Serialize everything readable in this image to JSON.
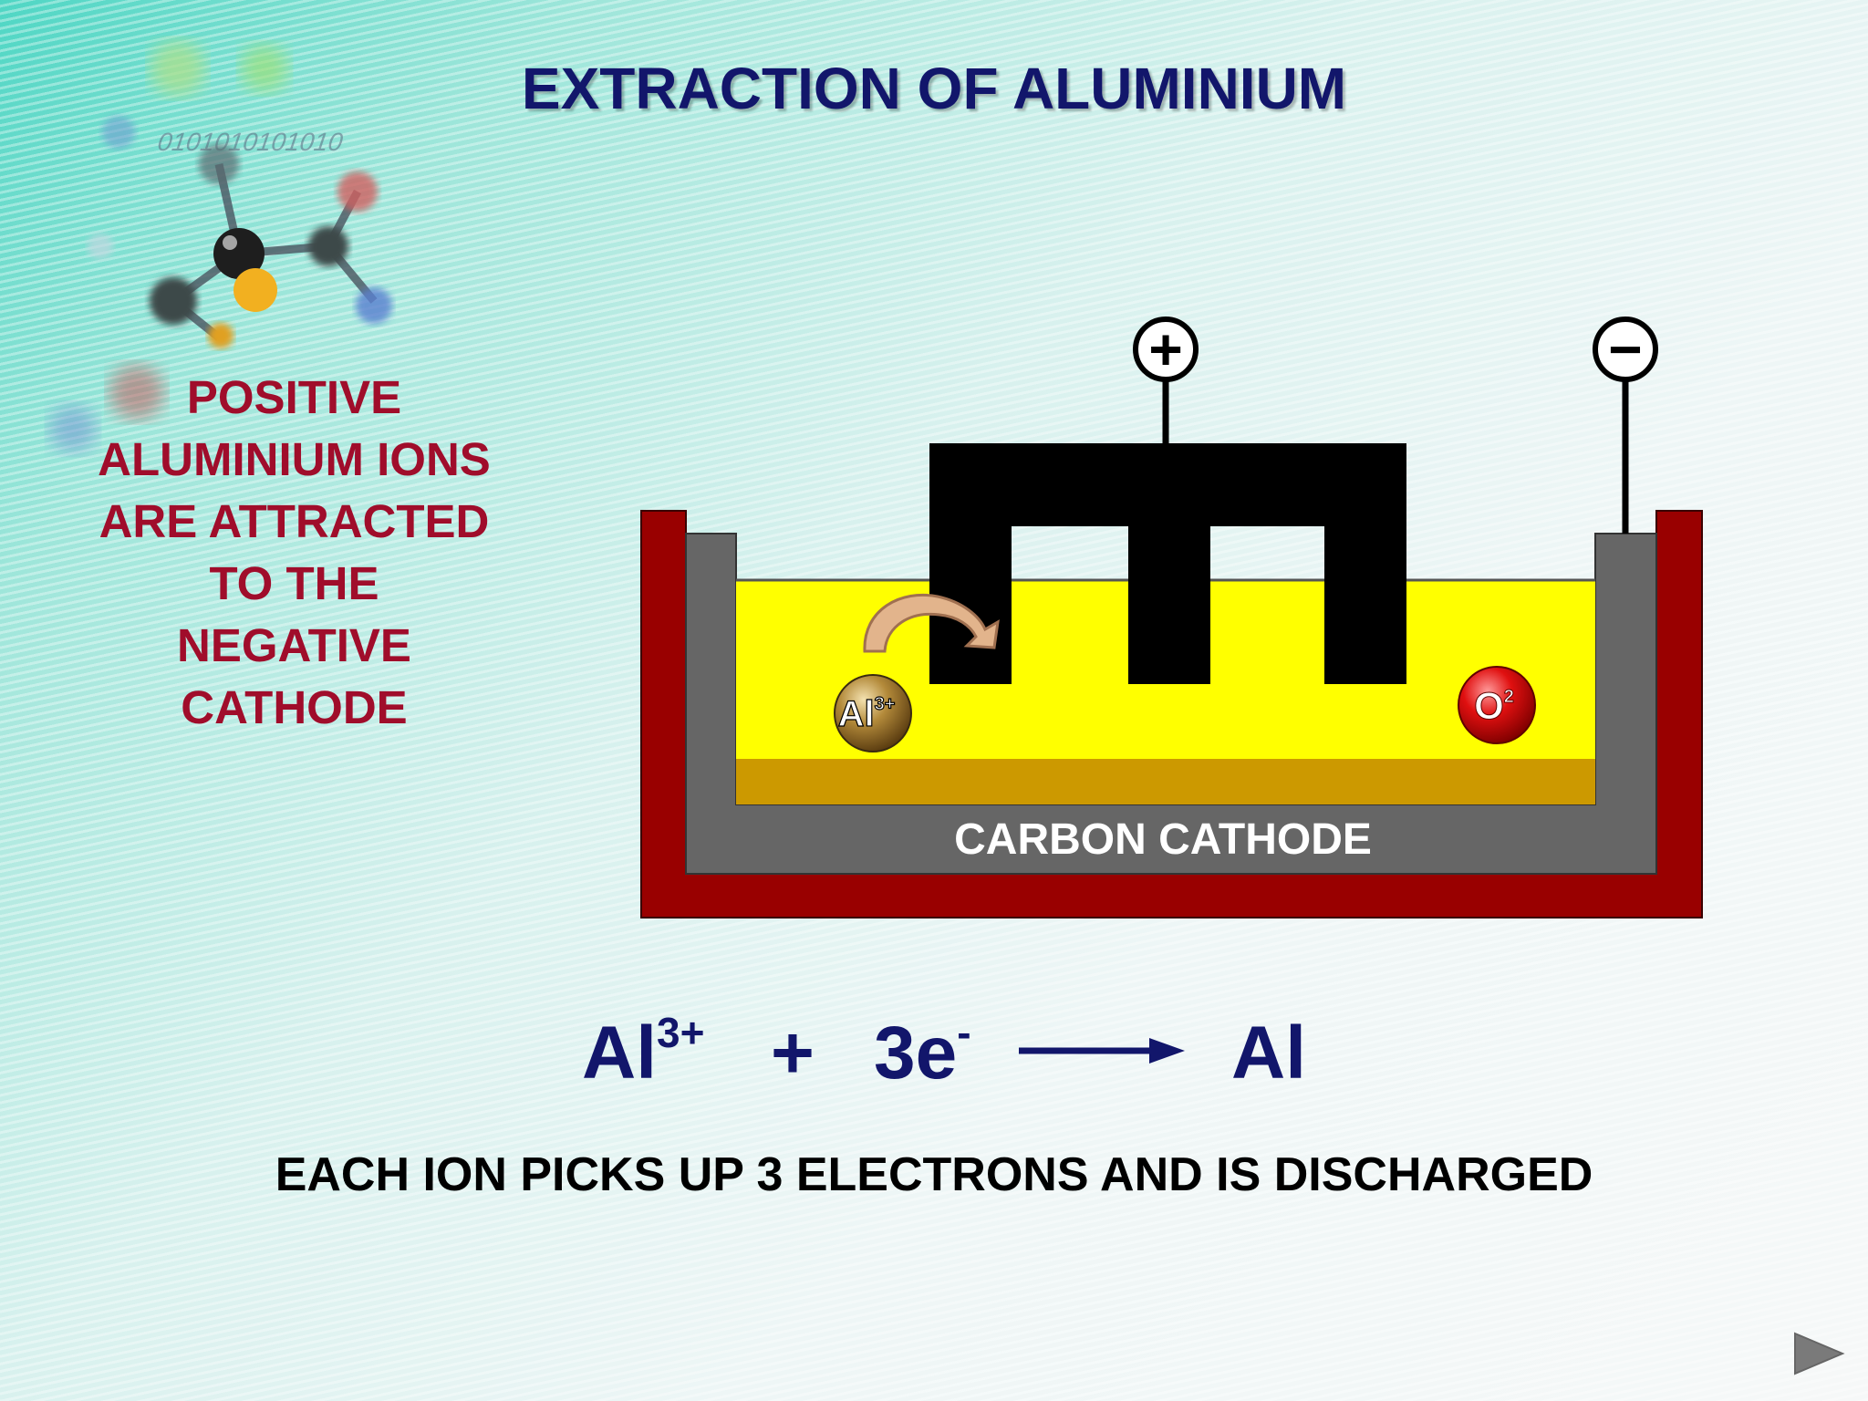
{
  "slide": {
    "title": "EXTRACTION OF ALUMINIUM",
    "side_text": [
      "POSITIVE",
      "ALUMINIUM IONS",
      "ARE ATTRACTED",
      "TO THE",
      "NEGATIVE",
      "CATHODE"
    ],
    "decoration_binary": "0101010101010",
    "cell": {
      "anode_sign": "+",
      "cathode_sign": "−",
      "cathode_label": "CARBON CATHODE",
      "aluminium_ion": {
        "symbol": "Al",
        "charge": "3+"
      },
      "oxide_ion": {
        "symbol": "O",
        "charge": "2"
      }
    },
    "equation": {
      "reactant_symbol": "Al",
      "reactant_charge": "3+",
      "plus": "+",
      "electrons": "3e",
      "electron_charge": "-",
      "product": "Al"
    },
    "caption": "EACH ION PICKS UP 3 ELECTRONS AND IS DISCHARGED",
    "colors": {
      "title": "#12166b",
      "side_text": "#a00d2b",
      "outer_tank": "#990000",
      "inner_lining": "#666666",
      "electrolyte": "#ffff00",
      "molten_aluminium": "#cc9900",
      "anode": "#000000"
    },
    "icons": {
      "next": "next-slide-icon"
    }
  }
}
